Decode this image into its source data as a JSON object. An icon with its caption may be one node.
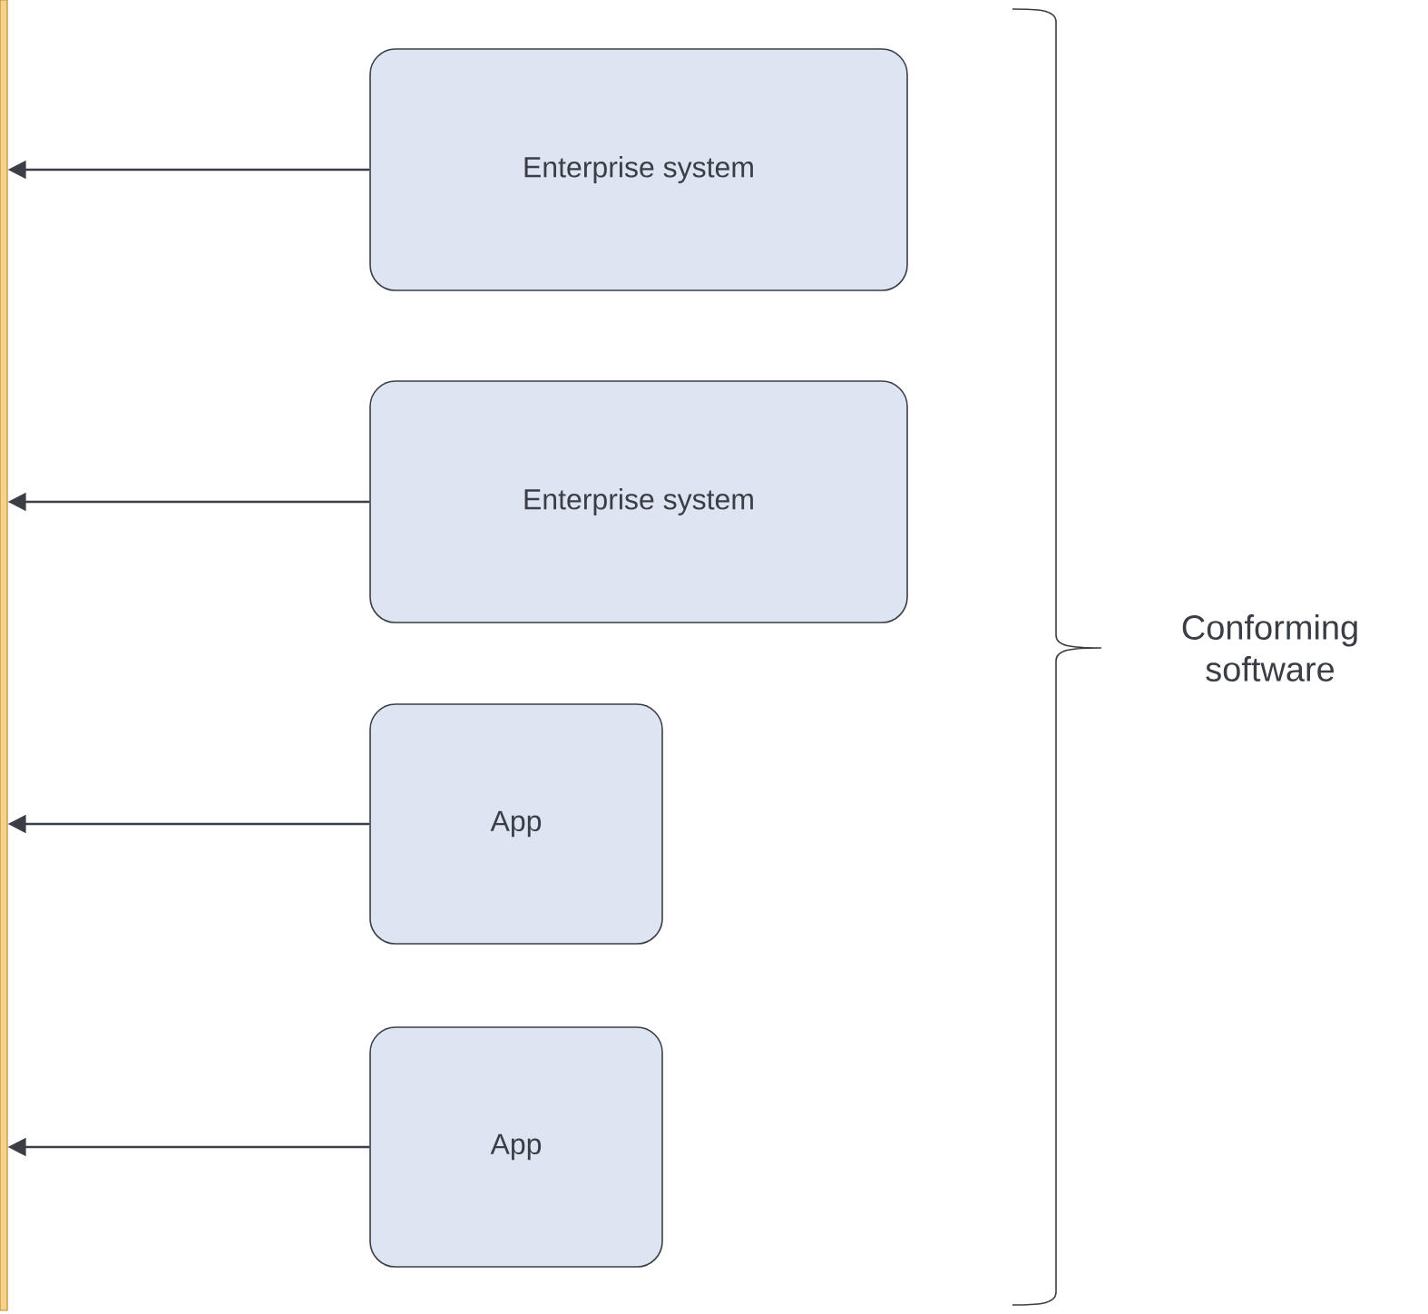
{
  "diagram": {
    "nodes": [
      {
        "text": [],
        "shape": "bar"
      },
      {
        "text": [
          "Enterprise system"
        ]
      },
      {
        "text": [
          "Enterprise system"
        ]
      },
      {
        "text": [
          "App"
        ]
      },
      {
        "text": [
          "App"
        ]
      }
    ],
    "edges": [
      {
        "from": 1,
        "to": 0,
        "arrow": "to"
      },
      {
        "from": 2,
        "to": 0,
        "arrow": "to"
      },
      {
        "from": 3,
        "to": 0,
        "arrow": "to"
      },
      {
        "from": 4,
        "to": 0,
        "arrow": "to"
      }
    ],
    "labels": [
      "Conforming software"
    ]
  }
}
